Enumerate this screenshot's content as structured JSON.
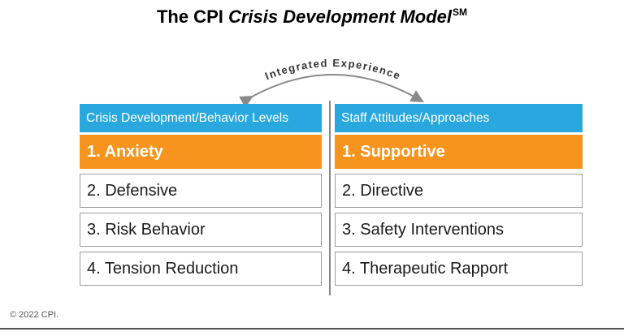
{
  "title": {
    "prefix": "The CPI ",
    "italic": "Crisis Development Model",
    "superscript": "SM"
  },
  "arc_label": "Integrated Experience",
  "left_column": {
    "header": "Crisis Development/Behavior Levels",
    "rows": [
      {
        "label": "1. Anxiety",
        "active": true
      },
      {
        "label": "2. Defensive",
        "active": false
      },
      {
        "label": "3. Risk Behavior",
        "active": false
      },
      {
        "label": "4. Tension Reduction",
        "active": false
      }
    ]
  },
  "right_column": {
    "header": "Staff Attitudes/Approaches",
    "rows": [
      {
        "label": "1. Supportive",
        "active": true
      },
      {
        "label": "2. Directive",
        "active": false
      },
      {
        "label": "3. Safety Interventions",
        "active": false
      },
      {
        "label": "4. Therapeutic Rapport",
        "active": false
      }
    ]
  },
  "footer": "© 2022 CPI.",
  "colors": {
    "header_blue": "#29a8e0",
    "active_orange": "#f7941d",
    "arrow_gray": "#8a8a8a"
  }
}
